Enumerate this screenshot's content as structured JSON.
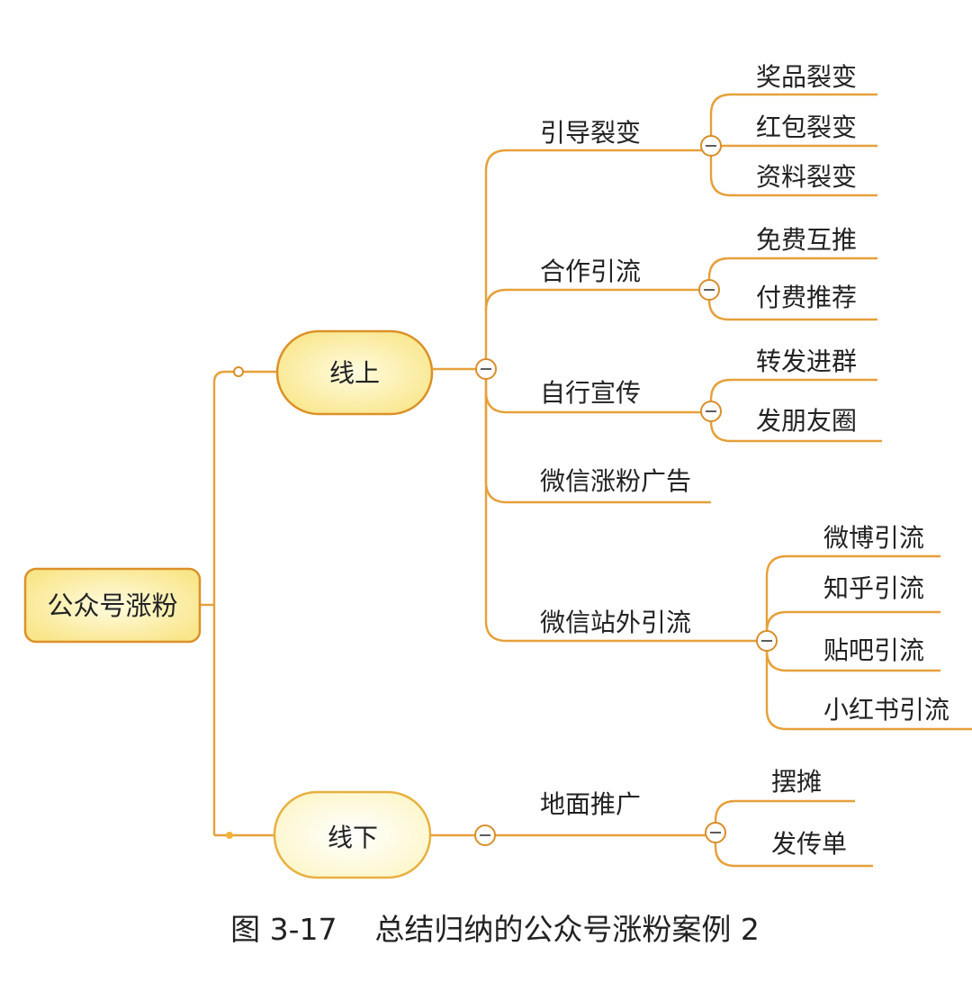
{
  "root": "公众号涨粉",
  "online": {
    "label": "线上",
    "branches": [
      {
        "label": "引导裂变",
        "children": [
          "奖品裂变",
          "红包裂变",
          "资料裂变"
        ]
      },
      {
        "label": "合作引流",
        "children": [
          "免费互推",
          "付费推荐"
        ]
      },
      {
        "label": "自行宣传",
        "children": [
          "转发进群",
          "发朋友圈"
        ]
      },
      {
        "label": "微信涨粉广告",
        "children": []
      },
      {
        "label": "微信站外引流",
        "children": [
          "微博引流",
          "知乎引流",
          "贴吧引流",
          "小红书引流"
        ]
      }
    ]
  },
  "offline": {
    "label": "线下",
    "branches": [
      {
        "label": "地面推广",
        "children": [
          "摆摊",
          "发传单"
        ]
      }
    ]
  },
  "caption": "图 3-17    总结归纳的公众号涨粉案例 2",
  "colors": {
    "line": "#e6a03a",
    "node_fill": "#fcef9c",
    "node_border": "#dc9028"
  }
}
